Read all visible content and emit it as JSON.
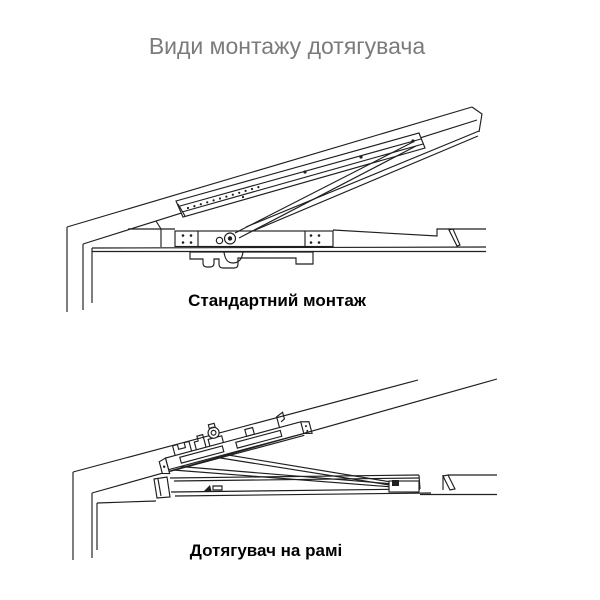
{
  "page": {
    "title": "Види монтажу дотягувача"
  },
  "diagrams": [
    {
      "label": "Стандартний монтаж"
    },
    {
      "label": "Дотягувач на рамі"
    }
  ],
  "colors": {
    "line": "#1f1f1f",
    "title": "#7b7b7b",
    "label": "#000000",
    "background": "#ffffff"
  }
}
